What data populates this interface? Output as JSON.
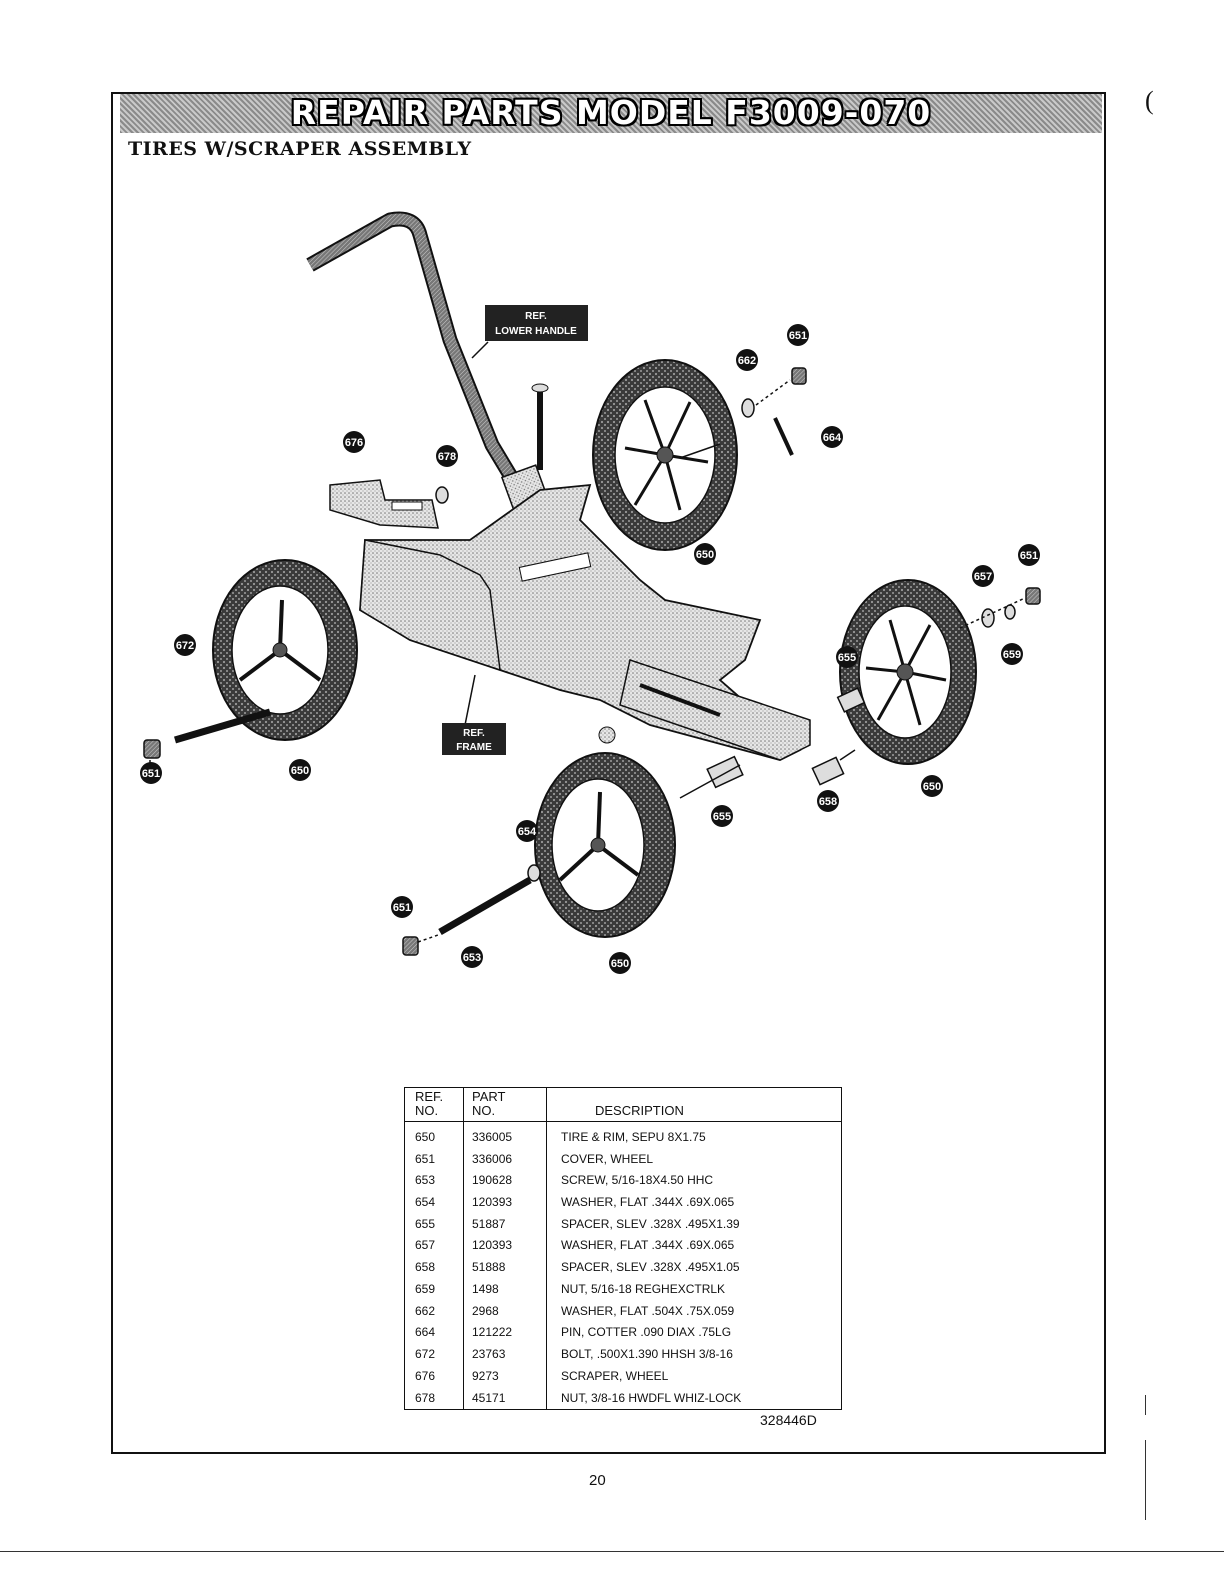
{
  "header": {
    "title": "REPAIR PARTS MODEL F3009-070",
    "subtitle": "TIRES W/SCRAPER ASSEMBLY"
  },
  "diagram": {
    "ref_labels": [
      {
        "line1": "REF.",
        "line2": "LOWER HANDLE"
      },
      {
        "line1": "REF.",
        "line2": "FRAME"
      }
    ],
    "callouts": [
      "651",
      "662",
      "664",
      "676",
      "678",
      "650",
      "651",
      "657",
      "655",
      "659",
      "672",
      "651",
      "650",
      "650",
      "655",
      "658",
      "654",
      "651",
      "653",
      "650"
    ]
  },
  "table": {
    "headers": {
      "ref_line1": "REF.",
      "ref_line2": "NO.",
      "part_line1": "PART",
      "part_line2": "NO.",
      "description": "DESCRIPTION"
    },
    "rows": [
      {
        "ref": "650",
        "part": "336005",
        "desc": "TIRE & RIM, SEPU 8X1.75"
      },
      {
        "ref": "651",
        "part": "336006",
        "desc": "COVER, WHEEL"
      },
      {
        "ref": "653",
        "part": "190628",
        "desc": "SCREW, 5/16-18X4.50 HHC"
      },
      {
        "ref": "654",
        "part": "120393",
        "desc": "WASHER, FLAT .344X .69X.065"
      },
      {
        "ref": "655",
        "part": "51887",
        "desc": "SPACER, SLEV .328X .495X1.39"
      },
      {
        "ref": "657",
        "part": "120393",
        "desc": "WASHER, FLAT .344X .69X.065"
      },
      {
        "ref": "658",
        "part": "51888",
        "desc": "SPACER, SLEV .328X .495X1.05"
      },
      {
        "ref": "659",
        "part": "1498",
        "desc": "NUT, 5/16-18 REGHEXCTRLK"
      },
      {
        "ref": "662",
        "part": "2968",
        "desc": "WASHER, FLAT .504X .75X.059"
      },
      {
        "ref": "664",
        "part": "121222",
        "desc": "PIN, COTTER .090 DIAX .75LG"
      },
      {
        "ref": "672",
        "part": "23763",
        "desc": "BOLT, .500X1.390 HHSH 3/8-16"
      },
      {
        "ref": "676",
        "part": "9273",
        "desc": "SCRAPER, WHEEL"
      },
      {
        "ref": "678",
        "part": "45171",
        "desc": "NUT, 3/8-16 HWDFL WHIZ-LOCK"
      }
    ]
  },
  "drawing_code": "328446D",
  "page_number": "20",
  "margin_mark": "("
}
